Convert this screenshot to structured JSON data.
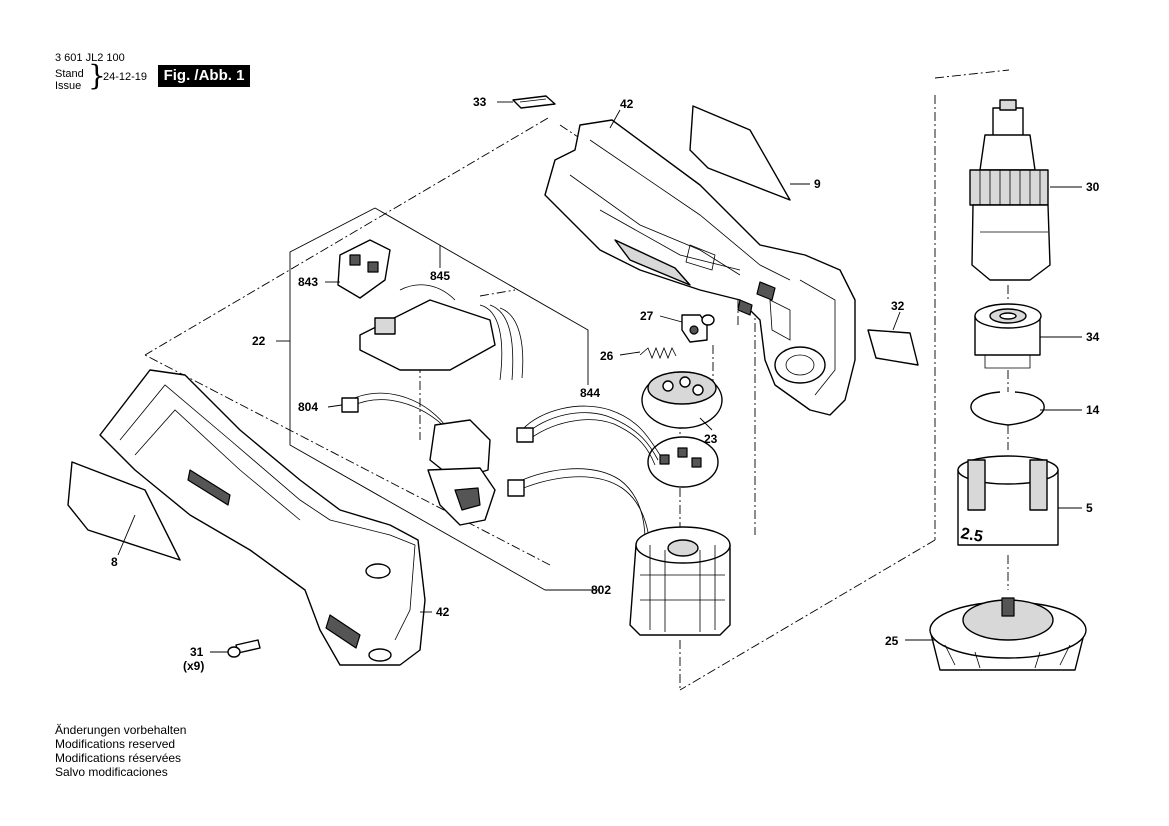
{
  "header": {
    "part_number": "3 601 JL2 100",
    "stand": "Stand",
    "issue": "Issue",
    "date": "24-12-19",
    "figure": "Fig. /Abb. 1"
  },
  "notes": [
    "Änderungen vorbehalten",
    "Modifications reserved",
    "Modifications réservées",
    "Salvo modificaciones"
  ],
  "callouts": {
    "c33": "33",
    "c42a": "42",
    "c9": "9",
    "c30": "30",
    "c843": "843",
    "c845": "845",
    "c22": "22",
    "c27": "27",
    "c32": "32",
    "c34": "34",
    "c26": "26",
    "c844": "844",
    "c804": "804",
    "c14": "14",
    "c23": "23",
    "c5": "5",
    "c8": "8",
    "c802": "802",
    "c42b": "42",
    "c25": "25",
    "c31": "31",
    "c31q": "(x9)"
  }
}
